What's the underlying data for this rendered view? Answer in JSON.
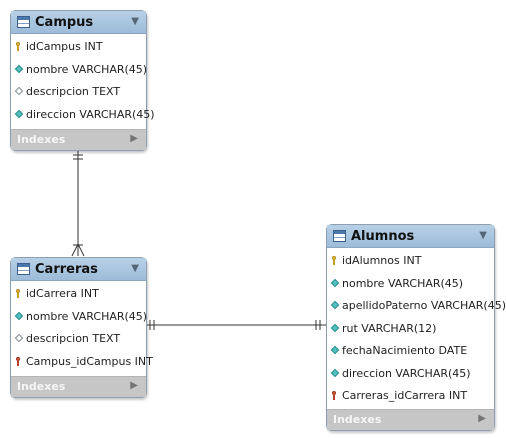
{
  "tables": {
    "campus": {
      "name": "Campus",
      "columns": [
        {
          "text": "idCampus INT",
          "kind": "pk"
        },
        {
          "text": "nombre VARCHAR(45)",
          "kind": "nn"
        },
        {
          "text": "descripcion TEXT",
          "kind": "nl"
        },
        {
          "text": "direccion VARCHAR(45)",
          "kind": "nn"
        }
      ],
      "indexes_label": "Indexes"
    },
    "carreras": {
      "name": "Carreras",
      "columns": [
        {
          "text": "idCarrera INT",
          "kind": "pk"
        },
        {
          "text": "nombre VARCHAR(45)",
          "kind": "nn"
        },
        {
          "text": "descripcion TEXT",
          "kind": "nl"
        },
        {
          "text": "Campus_idCampus INT",
          "kind": "fk"
        }
      ],
      "indexes_label": "Indexes"
    },
    "alumnos": {
      "name": "Alumnos",
      "columns": [
        {
          "text": "idAlumnos INT",
          "kind": "pk"
        },
        {
          "text": "nombre VARCHAR(45)",
          "kind": "nn"
        },
        {
          "text": "apellidoPaterno VARCHAR(45)",
          "kind": "nn"
        },
        {
          "text": "rut VARCHAR(12)",
          "kind": "nn"
        },
        {
          "text": "fechaNacimiento DATE",
          "kind": "nn"
        },
        {
          "text": "direccion VARCHAR(45)",
          "kind": "nn"
        },
        {
          "text": "Carreras_idCarrera INT",
          "kind": "fk"
        }
      ],
      "indexes_label": "Indexes"
    }
  },
  "icons": {
    "header": "table-icon",
    "collapse": "collapse-triangle-icon",
    "primary_key": "key-icon",
    "foreign_key": "red-key-icon",
    "not_null": "filled-diamond-icon",
    "nullable": "hollow-diamond-icon",
    "expand_indexes": "expand-arrow-icon"
  },
  "colors": {
    "header_top": "#b7d0e6",
    "header_bottom": "#9dbcd9",
    "border": "#8e9fb1",
    "footer": "#c6c6c6",
    "connector": "#333333"
  }
}
